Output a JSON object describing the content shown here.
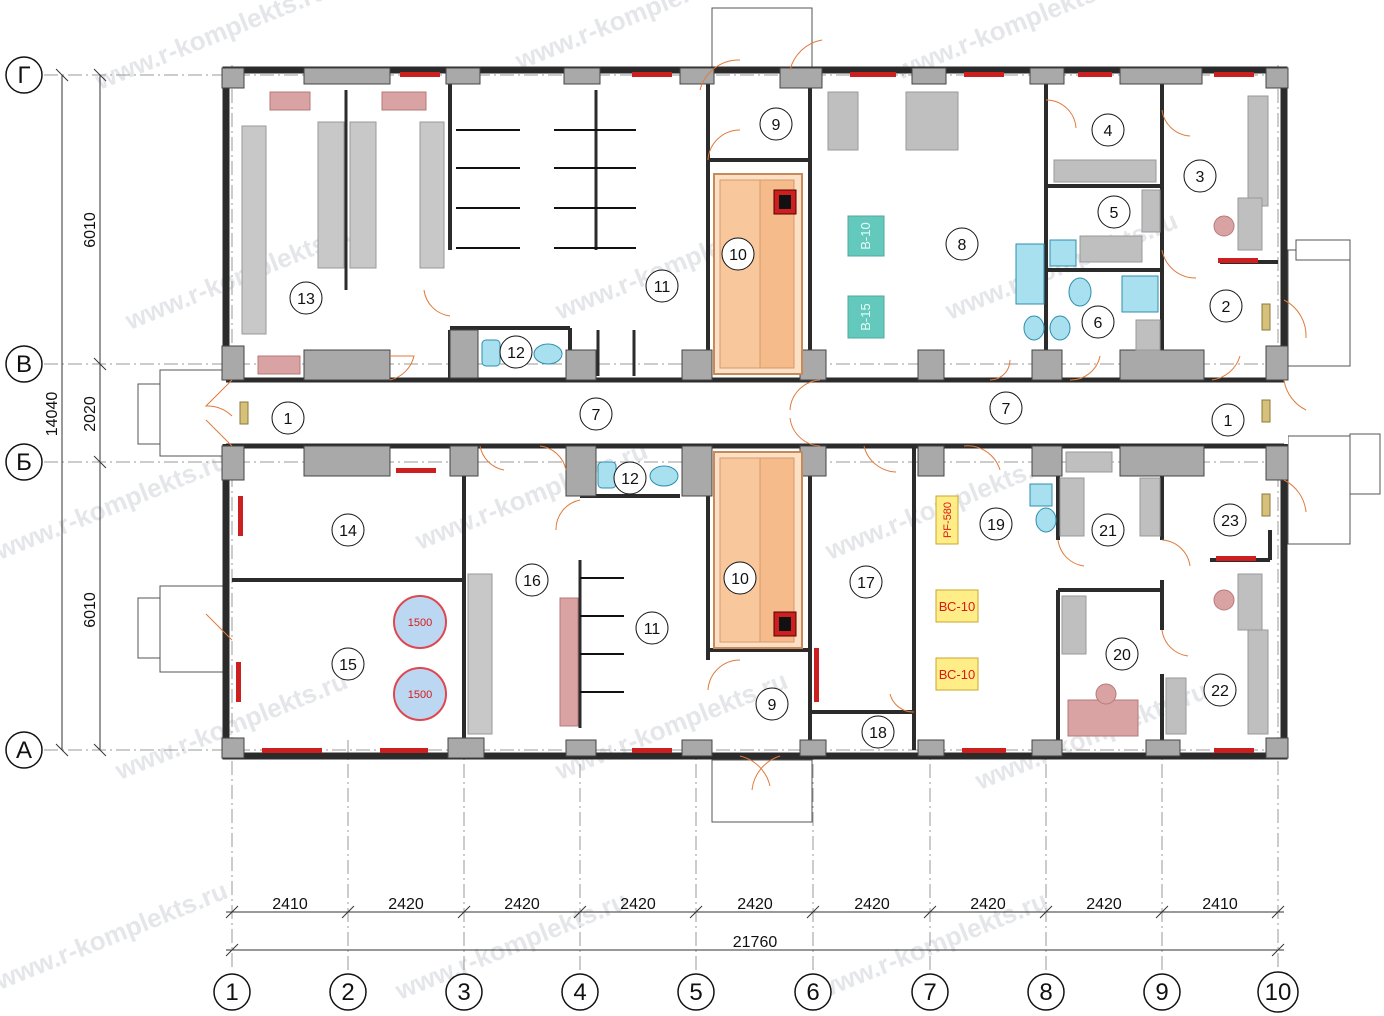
{
  "watermark_text": "www.r-komplekts.ru",
  "axes": {
    "rows": [
      {
        "id": "row-G",
        "label": "Г"
      },
      {
        "id": "row-V",
        "label": "В"
      },
      {
        "id": "row-B",
        "label": "Б"
      },
      {
        "id": "row-A",
        "label": "А"
      }
    ],
    "columns": [
      "1",
      "2",
      "3",
      "4",
      "5",
      "6",
      "7",
      "8",
      "9",
      "10"
    ]
  },
  "dimensions": {
    "vertical_total": "14040",
    "vertical_parts": [
      "6010",
      "2020",
      "6010"
    ],
    "horizontal_parts": [
      "2410",
      "2420",
      "2420",
      "2420",
      "2420",
      "2420",
      "2420",
      "2420",
      "2410"
    ],
    "horizontal_total": "21760"
  },
  "rooms": {
    "r13": "13",
    "r11_top": "11",
    "r12_top": "12",
    "r10_top": "10",
    "r9_top": "9",
    "r8": "8",
    "r4": "4",
    "r5": "5",
    "r3": "3",
    "r6": "6",
    "r2": "2",
    "r1_left": "1",
    "r7_left": "7",
    "r7_right": "7",
    "r1_right": "1",
    "r14": "14",
    "r15": "15",
    "r16": "16",
    "r12_bot": "12",
    "r11_bot": "11",
    "r10_bot": "10",
    "r9_bot": "9",
    "r17": "17",
    "r18": "18",
    "r19": "19",
    "r21": "21",
    "r23": "23",
    "r20": "20",
    "r22": "22"
  },
  "equipment": {
    "b10": "В-10",
    "b15": "В-15",
    "pf580": "РF-580",
    "vs10_1": "ВС-10",
    "vs10_2": "ВС-10",
    "tank1": "1500",
    "tank2": "1500"
  },
  "colors": {
    "wall": "#2b2b2b",
    "column": "#a9a9a9",
    "window": "#cc1f1f",
    "door": "#e07a3a",
    "sauna": "#f8c89c",
    "equip": "#bfbfbf",
    "pink": "#d9a3a3",
    "teal": "#2fb8a6",
    "tank": "#bcd7f2",
    "tank_edge": "#e0464f",
    "label_yellow": "#ffee88"
  }
}
